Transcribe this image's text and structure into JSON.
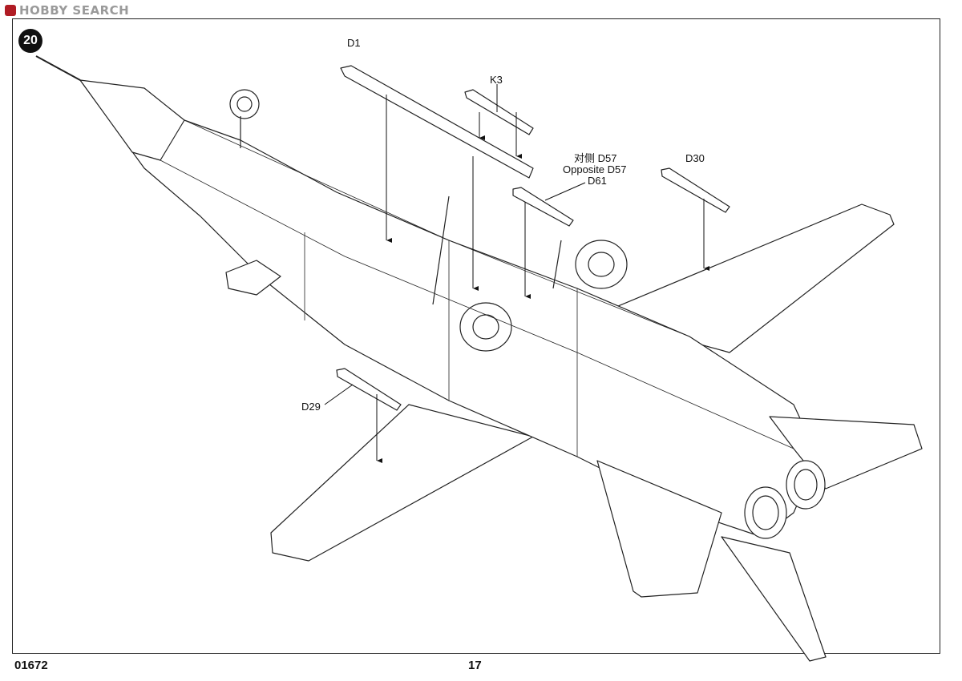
{
  "watermark": {
    "text": "HOBBY SEARCH"
  },
  "step": {
    "number": "20"
  },
  "parts": {
    "d1": "D1",
    "k3": "K3",
    "d57_cn": "对侧 D57",
    "d57_en": "Opposite D57",
    "d61": "D61",
    "d30": "D30",
    "d29": "D29"
  },
  "footer": {
    "code": "01672",
    "page": "17"
  }
}
